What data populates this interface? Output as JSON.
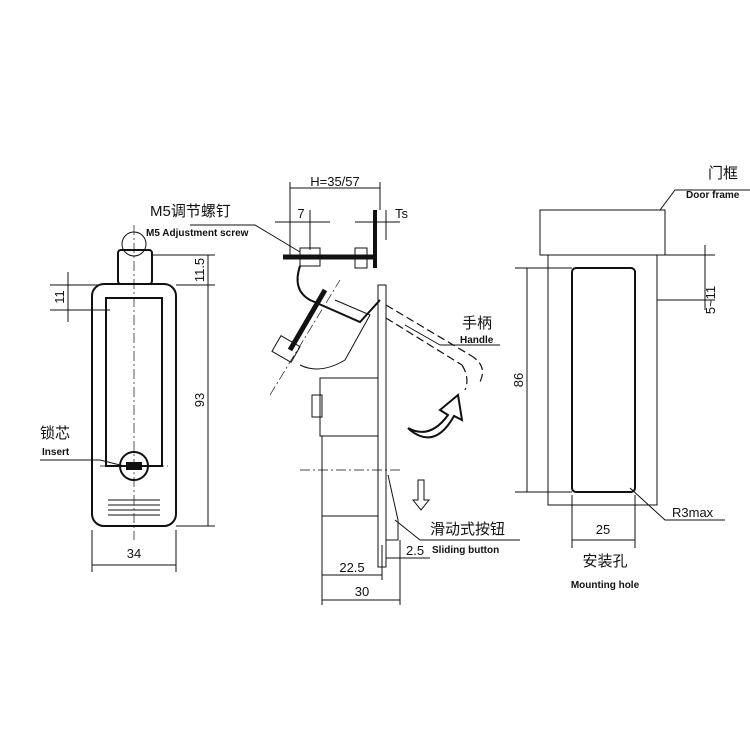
{
  "front_view": {
    "insert_cn": "锁芯",
    "insert_en": "Insert",
    "dim_width": "34",
    "dim_height": "93",
    "dim_knob": "11.5",
    "dim_top": "11"
  },
  "side_view": {
    "dim_h": "H=35/57",
    "dim_7": "7",
    "dim_ts": "Ts",
    "screw_cn": "M5调节螺钉",
    "screw_en": "M5 Adjustment screw",
    "handle_cn": "手柄",
    "handle_en": "Handle",
    "button_cn": "滑动式按钮",
    "button_en": "Sliding button",
    "dim_25": "2.5",
    "dim_225": "22.5",
    "dim_30": "30"
  },
  "mounting_view": {
    "frame_cn": "门框",
    "frame_en": "Door frame",
    "dim_86": "86",
    "dim_511": "5~11",
    "dim_w": "25",
    "radius": "R3max",
    "title_cn": "安装孔",
    "title_en": "Mounting hole"
  }
}
